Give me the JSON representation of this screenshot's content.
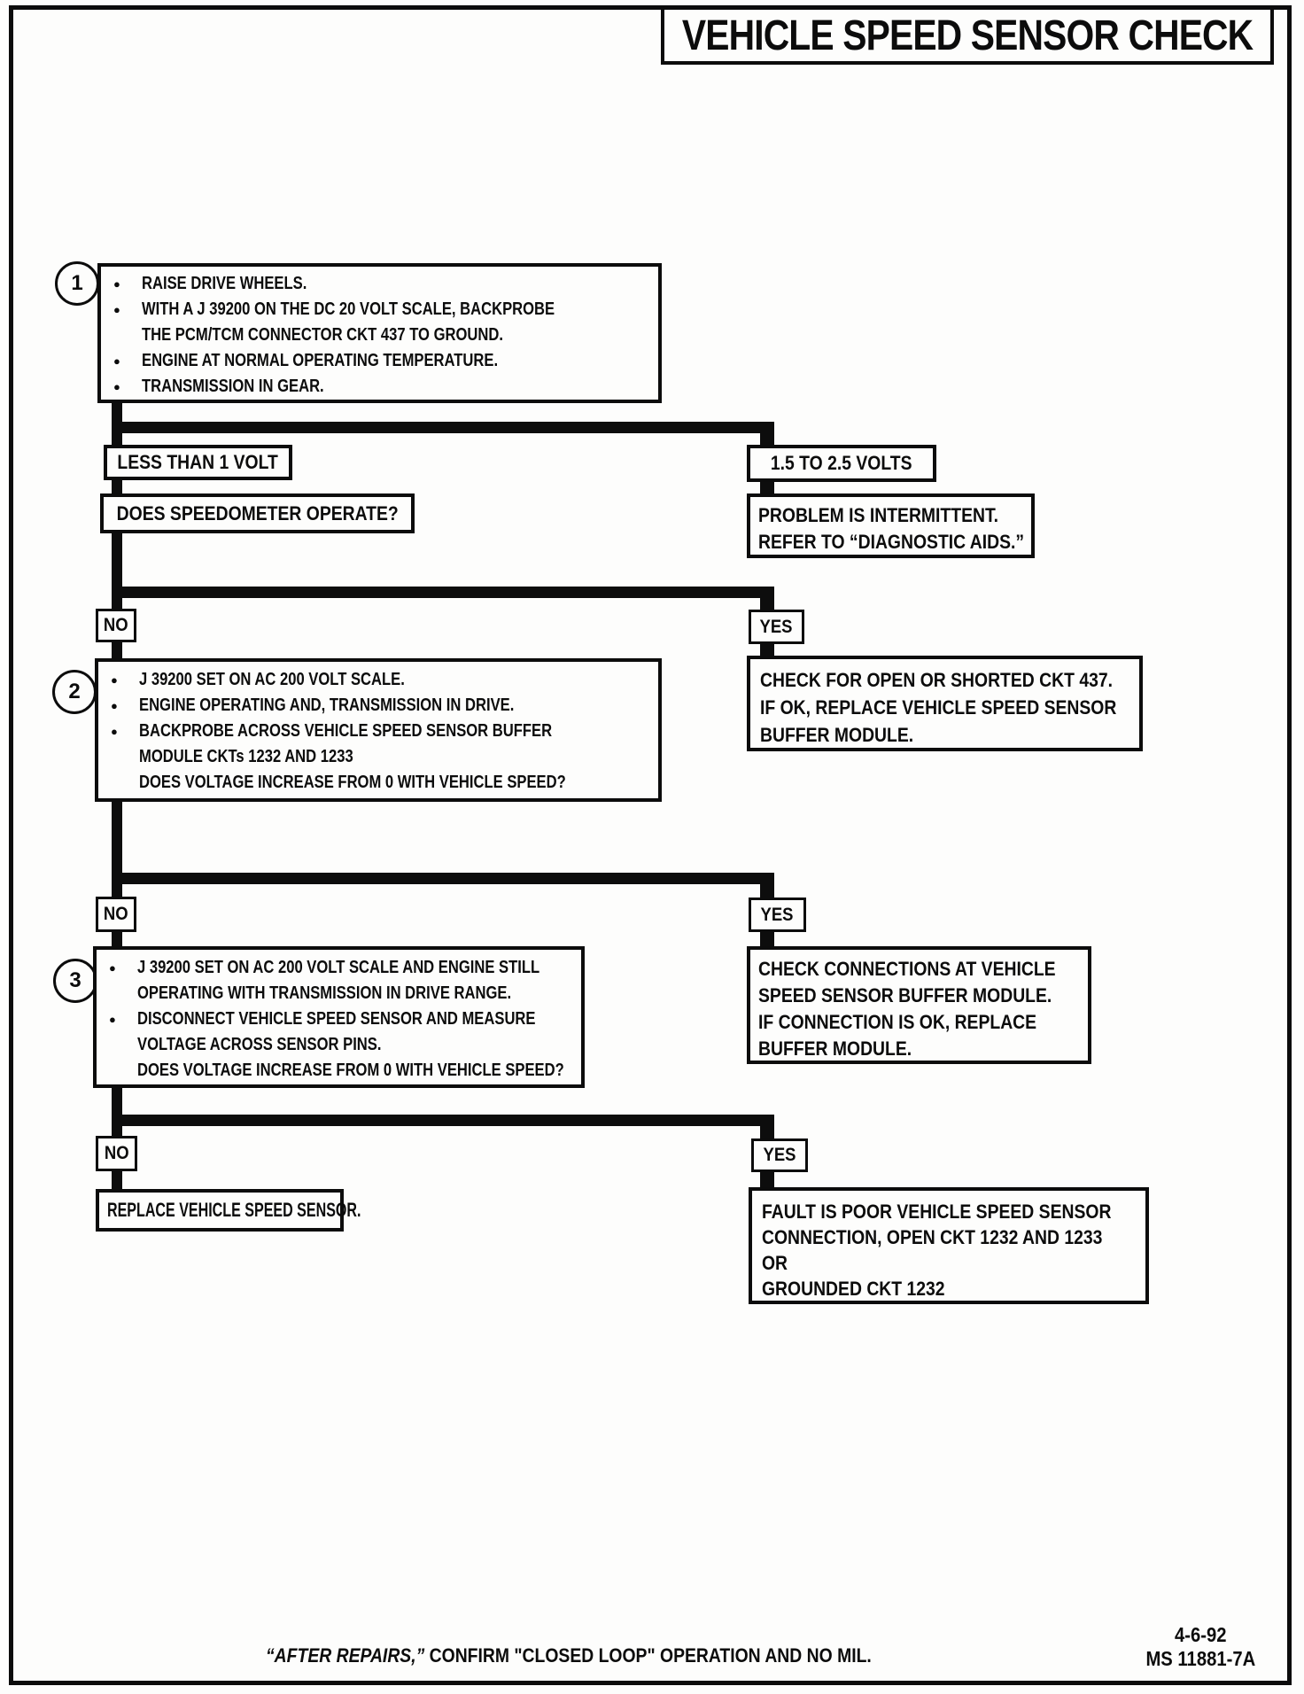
{
  "title": "VEHICLE SPEED SENSOR CHECK",
  "no_label": "NO",
  "yes_label": "YES",
  "step1": {
    "number": "1",
    "lines": [
      "RAISE DRIVE WHEELS.",
      "WITH A J 39200 ON THE DC 20 VOLT SCALE, BACKPROBE",
      "THE PCM/TCM CONNECTOR CKT 437 TO GROUND.",
      "ENGINE AT NORMAL OPERATING TEMPERATURE.",
      "TRANSMISSION IN GEAR."
    ]
  },
  "volt_low_label": "LESS THAN 1 VOLT",
  "volt_high_label": "1.5 TO 2.5 VOLTS",
  "speedometer_question": "DOES SPEEDOMETER OPERATE?",
  "intermittent_box": {
    "line1": "PROBLEM IS INTERMITTENT.",
    "line2": "REFER TO “DIAGNOSTIC AIDS.”"
  },
  "step2": {
    "number": "2",
    "lines": [
      "J 39200 SET ON AC 200 VOLT SCALE.",
      "ENGINE OPERATING AND, TRANSMISSION IN DRIVE.",
      "BACKPROBE ACROSS VEHICLE SPEED SENSOR BUFFER",
      "MODULE CKTs 1232 AND 1233",
      "DOES VOLTAGE INCREASE FROM 0 WITH VEHICLE SPEED?"
    ]
  },
  "ckt437_box": {
    "line1": "CHECK FOR OPEN OR SHORTED CKT 437.",
    "line2": "IF OK, REPLACE VEHICLE SPEED SENSOR",
    "line3": "BUFFER MODULE."
  },
  "step3": {
    "number": "3",
    "lines": [
      "J 39200 SET ON AC 200 VOLT SCALE AND ENGINE STILL",
      "OPERATING WITH TRANSMISSION IN DRIVE RANGE.",
      "DISCONNECT VEHICLE SPEED SENSOR AND MEASURE",
      "VOLTAGE ACROSS SENSOR PINS.",
      "DOES VOLTAGE INCREASE FROM 0 WITH VEHICLE SPEED?"
    ]
  },
  "buffer_box": {
    "line1": "CHECK CONNECTIONS AT VEHICLE",
    "line2": "SPEED SENSOR BUFFER MODULE.",
    "line3": "IF CONNECTION IS OK, REPLACE",
    "line4": "BUFFER MODULE."
  },
  "replace_sensor_label": "REPLACE VEHICLE SPEED SENSOR.",
  "fault_box": {
    "line1": "FAULT IS POOR VEHICLE SPEED SENSOR",
    "line2": "CONNECTION, OPEN CKT 1232 AND 1233",
    "line3": "OR",
    "line4": "GROUNDED CKT 1232"
  },
  "footer": {
    "italic": "“AFTER REPAIRS,”",
    "text": " CONFIRM \"CLOSED LOOP\" OPERATION AND NO MIL.",
    "date": "4-6-92",
    "doc": "MS 11881-7A"
  }
}
